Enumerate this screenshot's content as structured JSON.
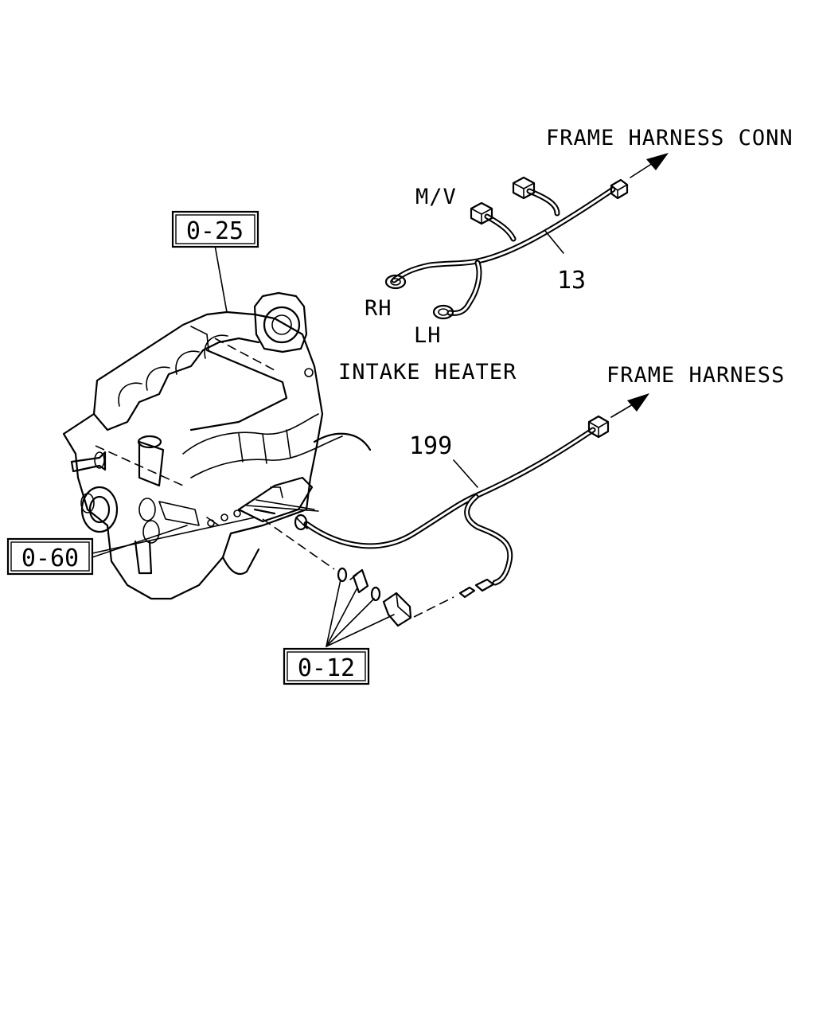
{
  "labels": {
    "frame_harness_conn": "FRAME HARNESS CONN",
    "frame_harness": "FRAME HARNESS",
    "intake_heater": "INTAKE HEATER",
    "mv": "M/V",
    "rh": "RH",
    "lh": "LH",
    "part_13": "13",
    "part_199": "199"
  },
  "ref_boxes": {
    "ref_025": "0-25",
    "ref_060": "0-60",
    "ref_012": "0-12"
  }
}
